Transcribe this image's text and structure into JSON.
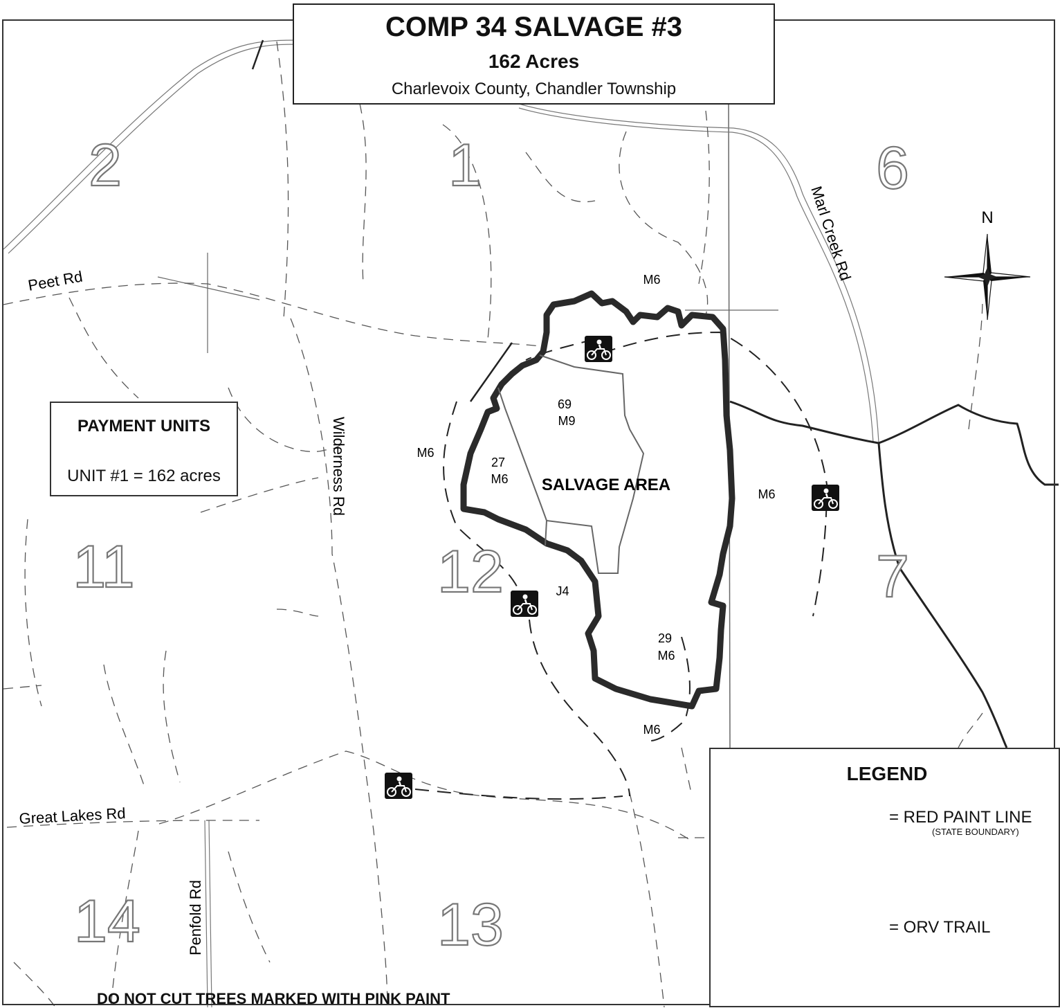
{
  "title": {
    "main": "COMP 34 SALVAGE #3",
    "acres": "162 Acres",
    "county": "Charlevoix County, Chandler Township"
  },
  "payment_units": {
    "title": "PAYMENT UNITS",
    "unit1": "UNIT #1 = 162 acres"
  },
  "roads": {
    "peet": "Peet Rd",
    "wilderness": "Wilderness Rd",
    "marl_creek": "Marl Creek Rd",
    "great_lakes": "Great Lakes Rd",
    "penfold": "Penfold Rd"
  },
  "sections": [
    "2",
    "1",
    "6",
    "11",
    "12",
    "7",
    "14",
    "13"
  ],
  "stands": {
    "m6_top": "M6",
    "m6_west": "M6",
    "m6_east": "M6",
    "m6_south": "M6",
    "s69_num": "69",
    "s69_type": "M9",
    "s27_num": "27",
    "s27_type": "M6",
    "s29_num": "29",
    "s29_type": "M6",
    "j4": "J4"
  },
  "salvage_area": "SALVAGE AREA",
  "compass_north": "N",
  "legend": {
    "title": "LEGEND",
    "red_paint": "= RED PAINT LINE",
    "red_paint_sub": "(STATE BOUNDARY)",
    "orv": "= ORV TRAIL"
  },
  "notice": "DO NOT CUT TREES MARKED WITH PINK PAINT",
  "colors": {
    "boundary": "#2a2a2a",
    "trail": "#444444",
    "road": "#777777"
  },
  "icons": [
    "orv-motorcycle-icon",
    "compass-rose-icon"
  ]
}
